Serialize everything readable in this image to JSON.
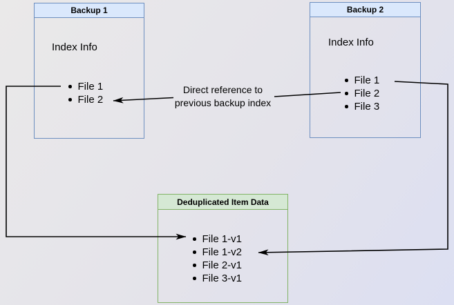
{
  "diagram": {
    "backup1": {
      "title": "Backup 1",
      "index_label": "Index Info",
      "files": [
        "File 1",
        "File 2"
      ]
    },
    "backup2": {
      "title": "Backup 2",
      "index_label": "Index Info",
      "files": [
        "File 1",
        "File 2",
        "File 3"
      ]
    },
    "dedup": {
      "title": "Deduplicated Item Data",
      "files": [
        "File 1-v1",
        "File 1-v2",
        "File 2-v1",
        "File 3-v1"
      ]
    },
    "edge_label": {
      "line1": "Direct reference to",
      "line2": "previous backup index"
    },
    "colors": {
      "blue_fill": "#dae8fc",
      "blue_stroke": "#6c8ebf",
      "green_fill": "#d5e8d4",
      "green_stroke": "#82b366",
      "line": "#000000",
      "text": "#000000",
      "bg_start": "#eae9e9",
      "bg_end": "#dcdff2"
    }
  }
}
